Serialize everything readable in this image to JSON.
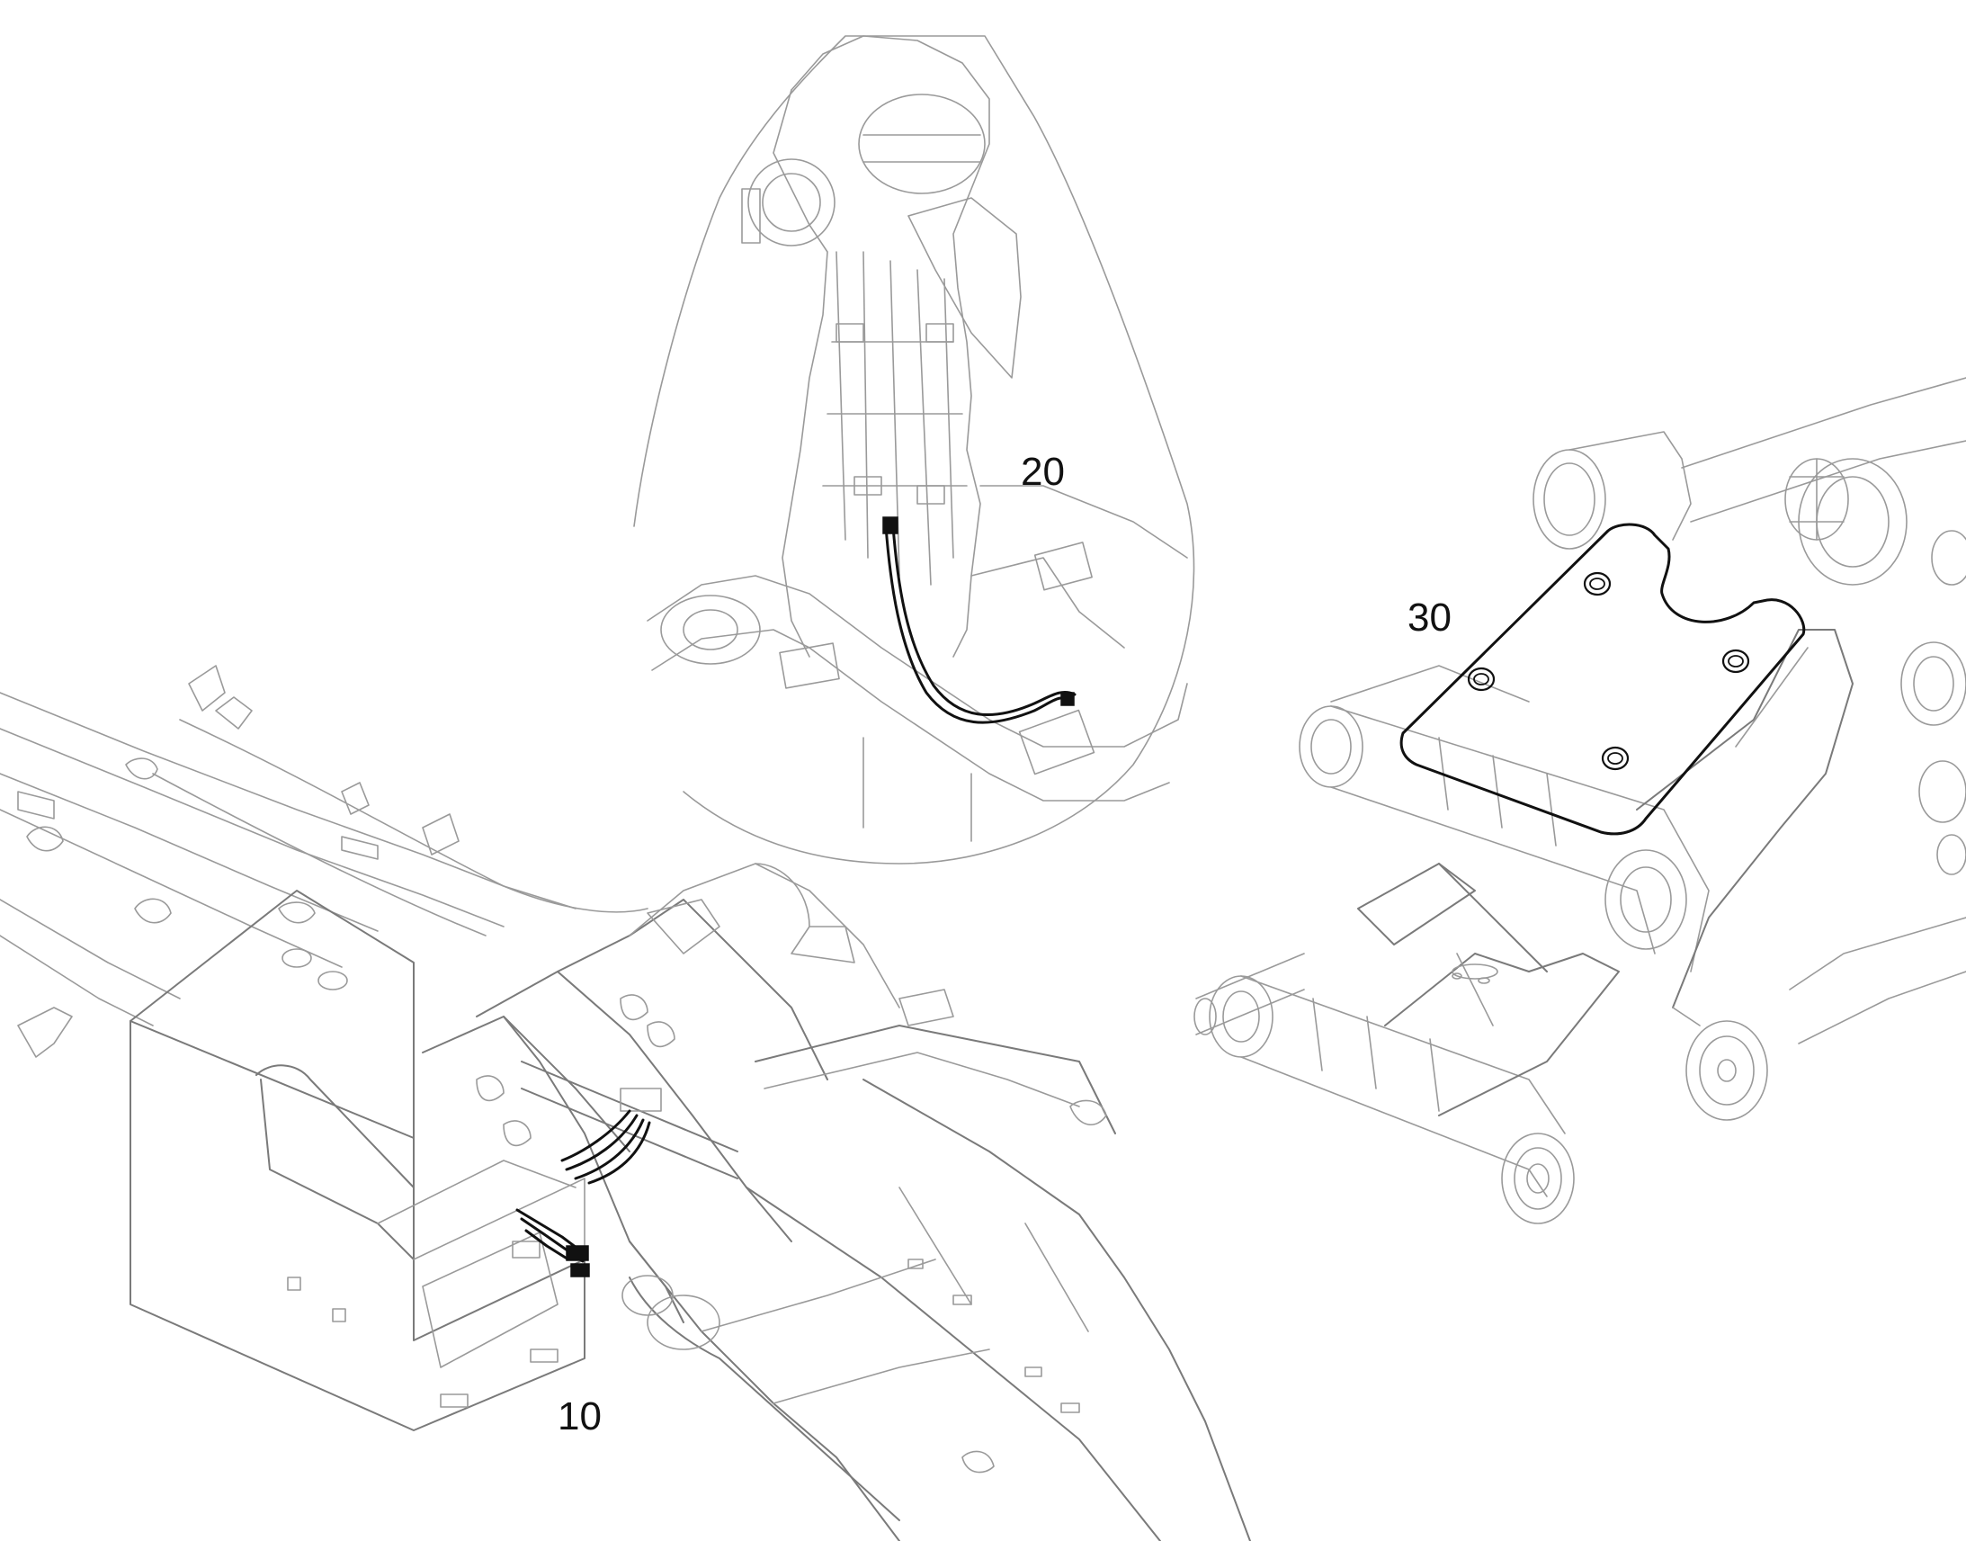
{
  "callouts": {
    "assembly_10": "10",
    "assembly_20": "20",
    "assembly_30": "30"
  }
}
